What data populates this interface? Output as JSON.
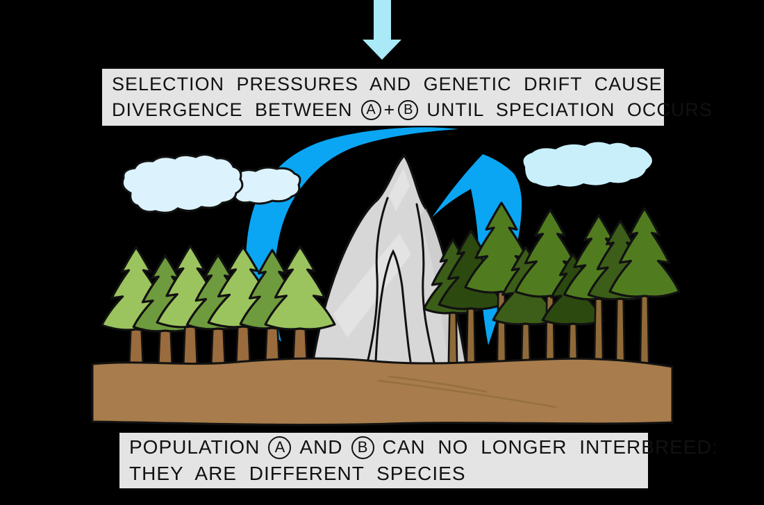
{
  "captions": {
    "top": {
      "line1": "SELECTION PRESSURES AND GENETIC DRIFT CAUSE",
      "line2_pre": "DIVERGENCE BETWEEN",
      "pop_a": "A",
      "line2_plus": "+",
      "pop_b": "B",
      "line2_post": "UNTIL SPECIATION OCCURS"
    },
    "bottom": {
      "line1_pre": "POPULATION",
      "pop_a": "A",
      "line1_mid": "AND",
      "pop_b": "B",
      "line1_post": "CAN NO LONGER INTERBREED:",
      "line2": "THEY ARE DIFFERENT SPECIES"
    }
  },
  "icons": {
    "down_arrow": "down-arrow"
  },
  "palette": {
    "ink": "#111111",
    "box_bg": "#e4e4e4",
    "azure": "#0aa6f4",
    "arrow": "#a9e9f8",
    "cloud_outlined": "#dcf2fc",
    "cloud_plain": "#c9effb",
    "mountain": "#d7d7d7",
    "mountain_highlight": "#efefef",
    "mountain_shade": "#c6c6c6",
    "ground": "#a87c4c",
    "ground_line": "#8f6a3c",
    "trunk_left": "#9a6b3d",
    "trunk_right": "#8f6a38",
    "left_greens": [
      "#9cc45e",
      "#6e9b3d"
    ],
    "right_greens": [
      "#507c1f",
      "#3c5e18",
      "#2c490f"
    ]
  }
}
